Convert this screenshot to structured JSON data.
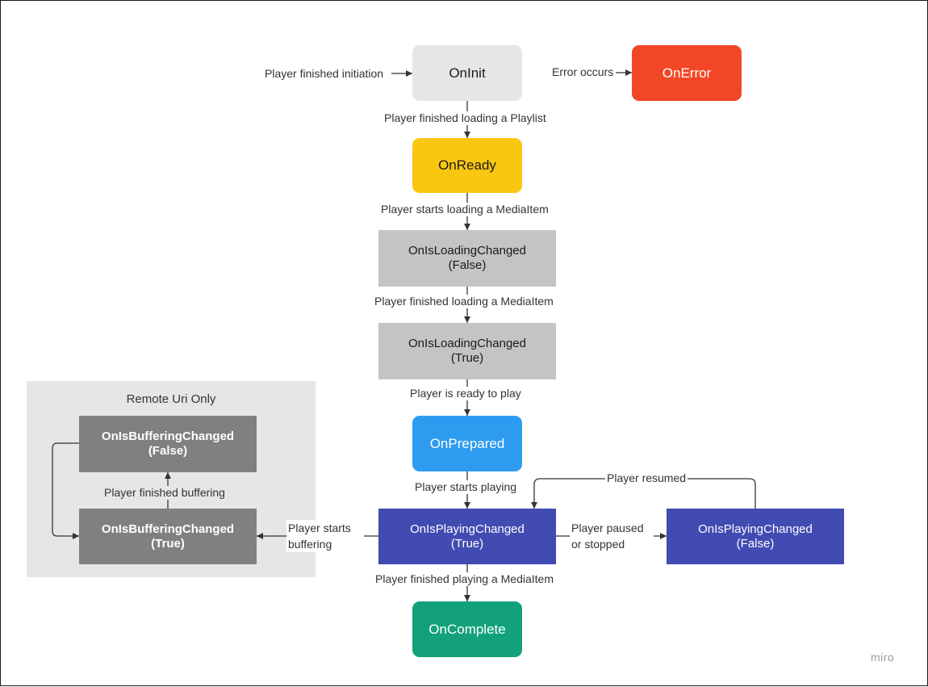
{
  "colors": {
    "init": "#e6e6e6",
    "error": "#f24726",
    "ready": "#fac710",
    "loading": "#c4c4c4",
    "prepared": "#2d9bf0",
    "playing": "#414bb2",
    "complete": "#12a17a",
    "buffering": "#808080",
    "group": "#e6e6e6",
    "edge": "#333333"
  },
  "group": {
    "title": "Remote Uri Only"
  },
  "nodes": {
    "init": {
      "line1": "OnInit",
      "line2": ""
    },
    "error": {
      "line1": "OnError",
      "line2": ""
    },
    "ready": {
      "line1": "OnReady",
      "line2": ""
    },
    "loading_false": {
      "line1": "OnIsLoadingChanged",
      "line2": "(False)"
    },
    "loading_true": {
      "line1": "OnIsLoadingChanged",
      "line2": "(True)"
    },
    "prepared": {
      "line1": "OnPrepared",
      "line2": ""
    },
    "playing_true": {
      "line1": "OnIsPlayingChanged",
      "line2": "(True)"
    },
    "playing_false": {
      "line1": "OnIsPlayingChanged",
      "line2": "(False)"
    },
    "complete": {
      "line1": "OnComplete",
      "line2": ""
    },
    "buffering_false": {
      "line1": "OnIsBufferingChanged",
      "line2": "(False)"
    },
    "buffering_true": {
      "line1": "OnIsBufferingChanged",
      "line2": "(True)"
    }
  },
  "edges": {
    "initiation": "Player finished initiation",
    "error_occurs": "Error occurs",
    "loading_playlist": "Player finished loading a Playlist",
    "start_loading": "Player starts loading a MediaItem",
    "finish_loading": "Player finished loading a MediaItem",
    "ready_to_play": "Player is ready to play",
    "start_playing": "Player starts playing",
    "resumed": "Player resumed",
    "paused": "Player paused or stopped",
    "buffering": "Player starts buffering",
    "finish_buffering": "Player finished buffering",
    "finish_playing": "Player finished playing a MediaItem"
  },
  "watermark": "miro"
}
